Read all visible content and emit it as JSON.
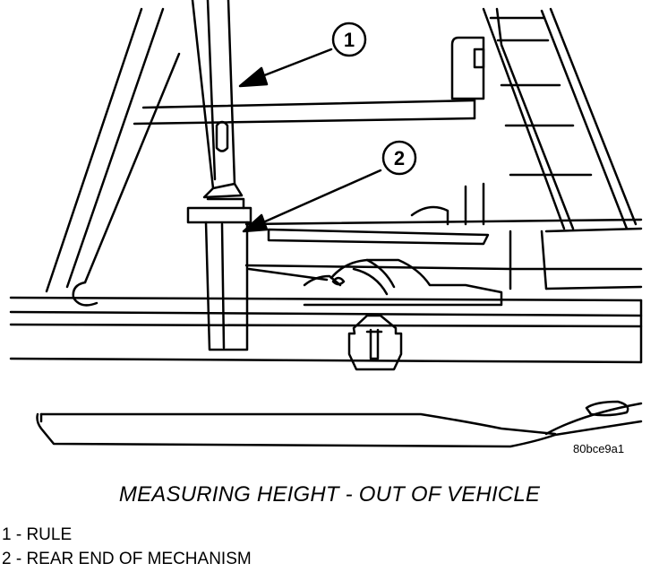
{
  "callouts": [
    {
      "number": "1",
      "label": "RULE"
    },
    {
      "number": "2",
      "label": "REAR END OF MECHANISM"
    }
  ],
  "figure_id": "80bce9a1",
  "caption": "MEASURING HEIGHT - OUT OF VEHICLE",
  "legend": [
    "1 - RULE",
    "2 - REAR END OF MECHANISM"
  ],
  "colors": {
    "line": "#000000",
    "background": "#ffffff"
  }
}
